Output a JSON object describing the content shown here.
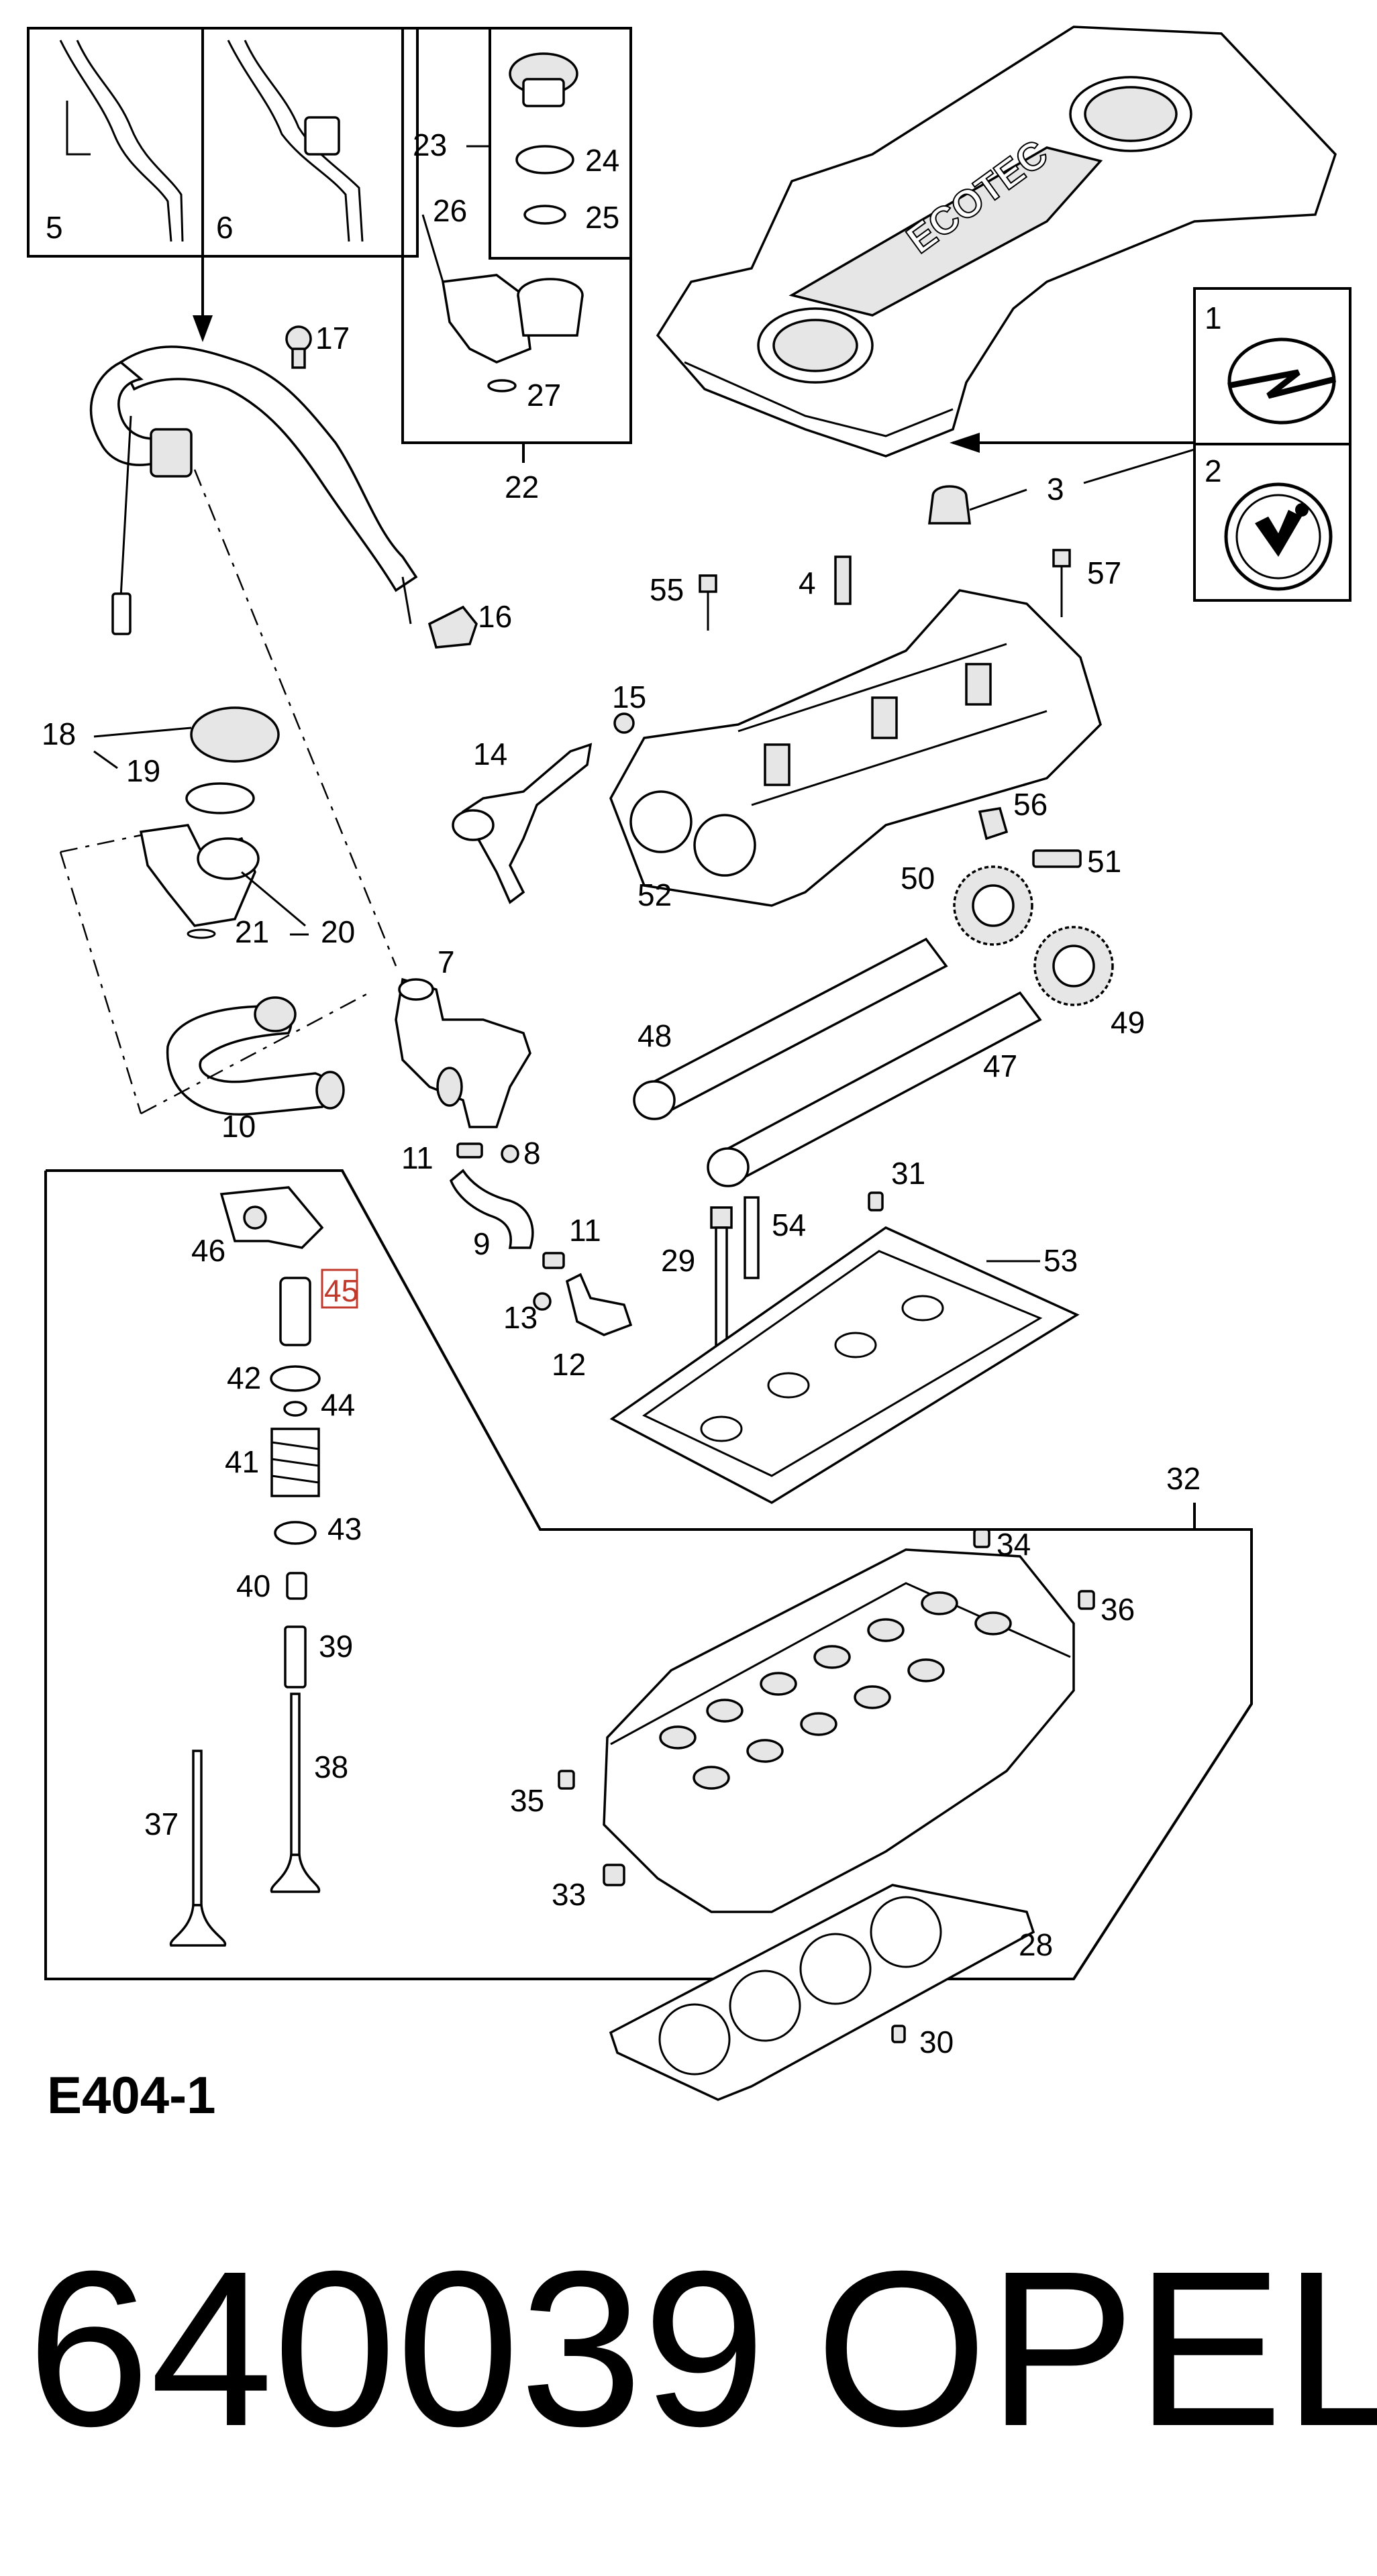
{
  "diagram": {
    "code": "E404-1",
    "bottom_left": "640039",
    "bottom_right": "OPEL",
    "cover_text": "ECOTEC",
    "highlight_color": "#c0392b",
    "labels": {
      "l1": "1",
      "l2": "2",
      "l3": "3",
      "l4": "4",
      "l5": "5",
      "l6": "6",
      "l7": "7",
      "l8": "8",
      "l9": "9",
      "l10": "10",
      "l11a": "11",
      "l11b": "11",
      "l12": "12",
      "l13": "13",
      "l14": "14",
      "l15": "15",
      "l16": "16",
      "l17": "17",
      "l18": "18",
      "l19": "19",
      "l20": "20",
      "l21": "21",
      "l22": "22",
      "l23": "23",
      "l24": "24",
      "l25": "25",
      "l26": "26",
      "l27": "27",
      "l28": "28",
      "l29": "29",
      "l30": "30",
      "l31": "31",
      "l32": "32",
      "l33": "33",
      "l34": "34",
      "l35": "35",
      "l36": "36",
      "l37": "37",
      "l38": "38",
      "l39": "39",
      "l40": "40",
      "l41": "41",
      "l42": "42",
      "l43": "43",
      "l44": "44",
      "l45": "45",
      "l46": "46",
      "l47": "47",
      "l48": "48",
      "l49": "49",
      "l50": "50",
      "l51": "51",
      "l52": "52",
      "l53": "53",
      "l54": "54",
      "l55": "55",
      "l56": "56",
      "l57": "57"
    },
    "icons": [
      "opel-logo-icon",
      "vauxhall-griffin-icon"
    ]
  }
}
